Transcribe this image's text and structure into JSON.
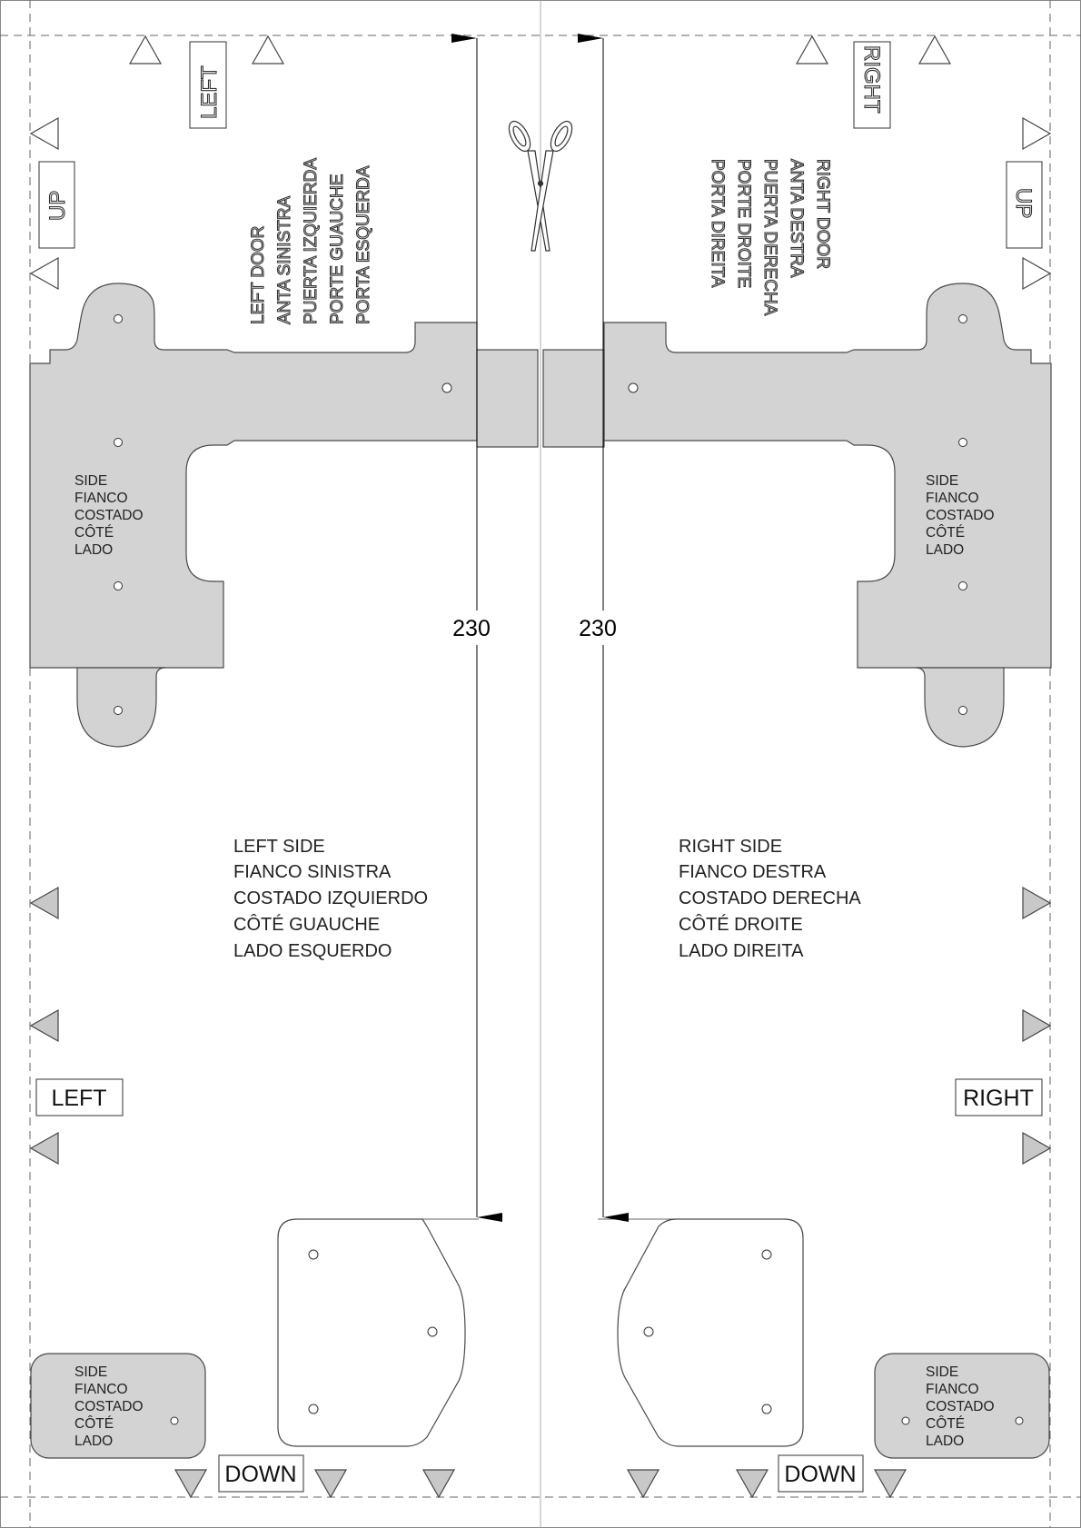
{
  "left": {
    "door_lines": [
      "LEFT DOOR",
      "ANTA SINISTRA",
      "PUERTA IZQUIERDA",
      "PORTE GUAUCHE",
      "PORTA ESQUERDA"
    ],
    "side_lines": [
      "LEFT SIDE",
      "FIANCO SINISTRA",
      "COSTADO IZQUIERDO",
      "CÔTÉ GUAUCHE",
      "LADO ESQUERDO"
    ],
    "tag_top": "LEFT",
    "tag_mid": "LEFT",
    "up": "UP",
    "down": "DOWN",
    "dimension": "230"
  },
  "right": {
    "door_lines": [
      "RIGHT DOOR",
      "ANTA DESTRA",
      "PUERTA DERECHA",
      "PORTE DROITE",
      "PORTA DIREITA"
    ],
    "side_lines": [
      "RIGHT SIDE",
      "FIANCO DESTRA",
      "COSTADO DERECHA",
      "CÔTÉ DROITE",
      "LADO DIREITA"
    ],
    "tag_top": "RIGHT",
    "tag_mid": "RIGHT",
    "up": "UP",
    "down": "DOWN",
    "dimension": "230"
  },
  "side_small": [
    "SIDE",
    "FIANCO",
    "COSTADO",
    "CÔTÉ",
    "LADO"
  ],
  "icons": {
    "cut": "scissors-icon",
    "direction": "triangle-arrow-icon"
  }
}
